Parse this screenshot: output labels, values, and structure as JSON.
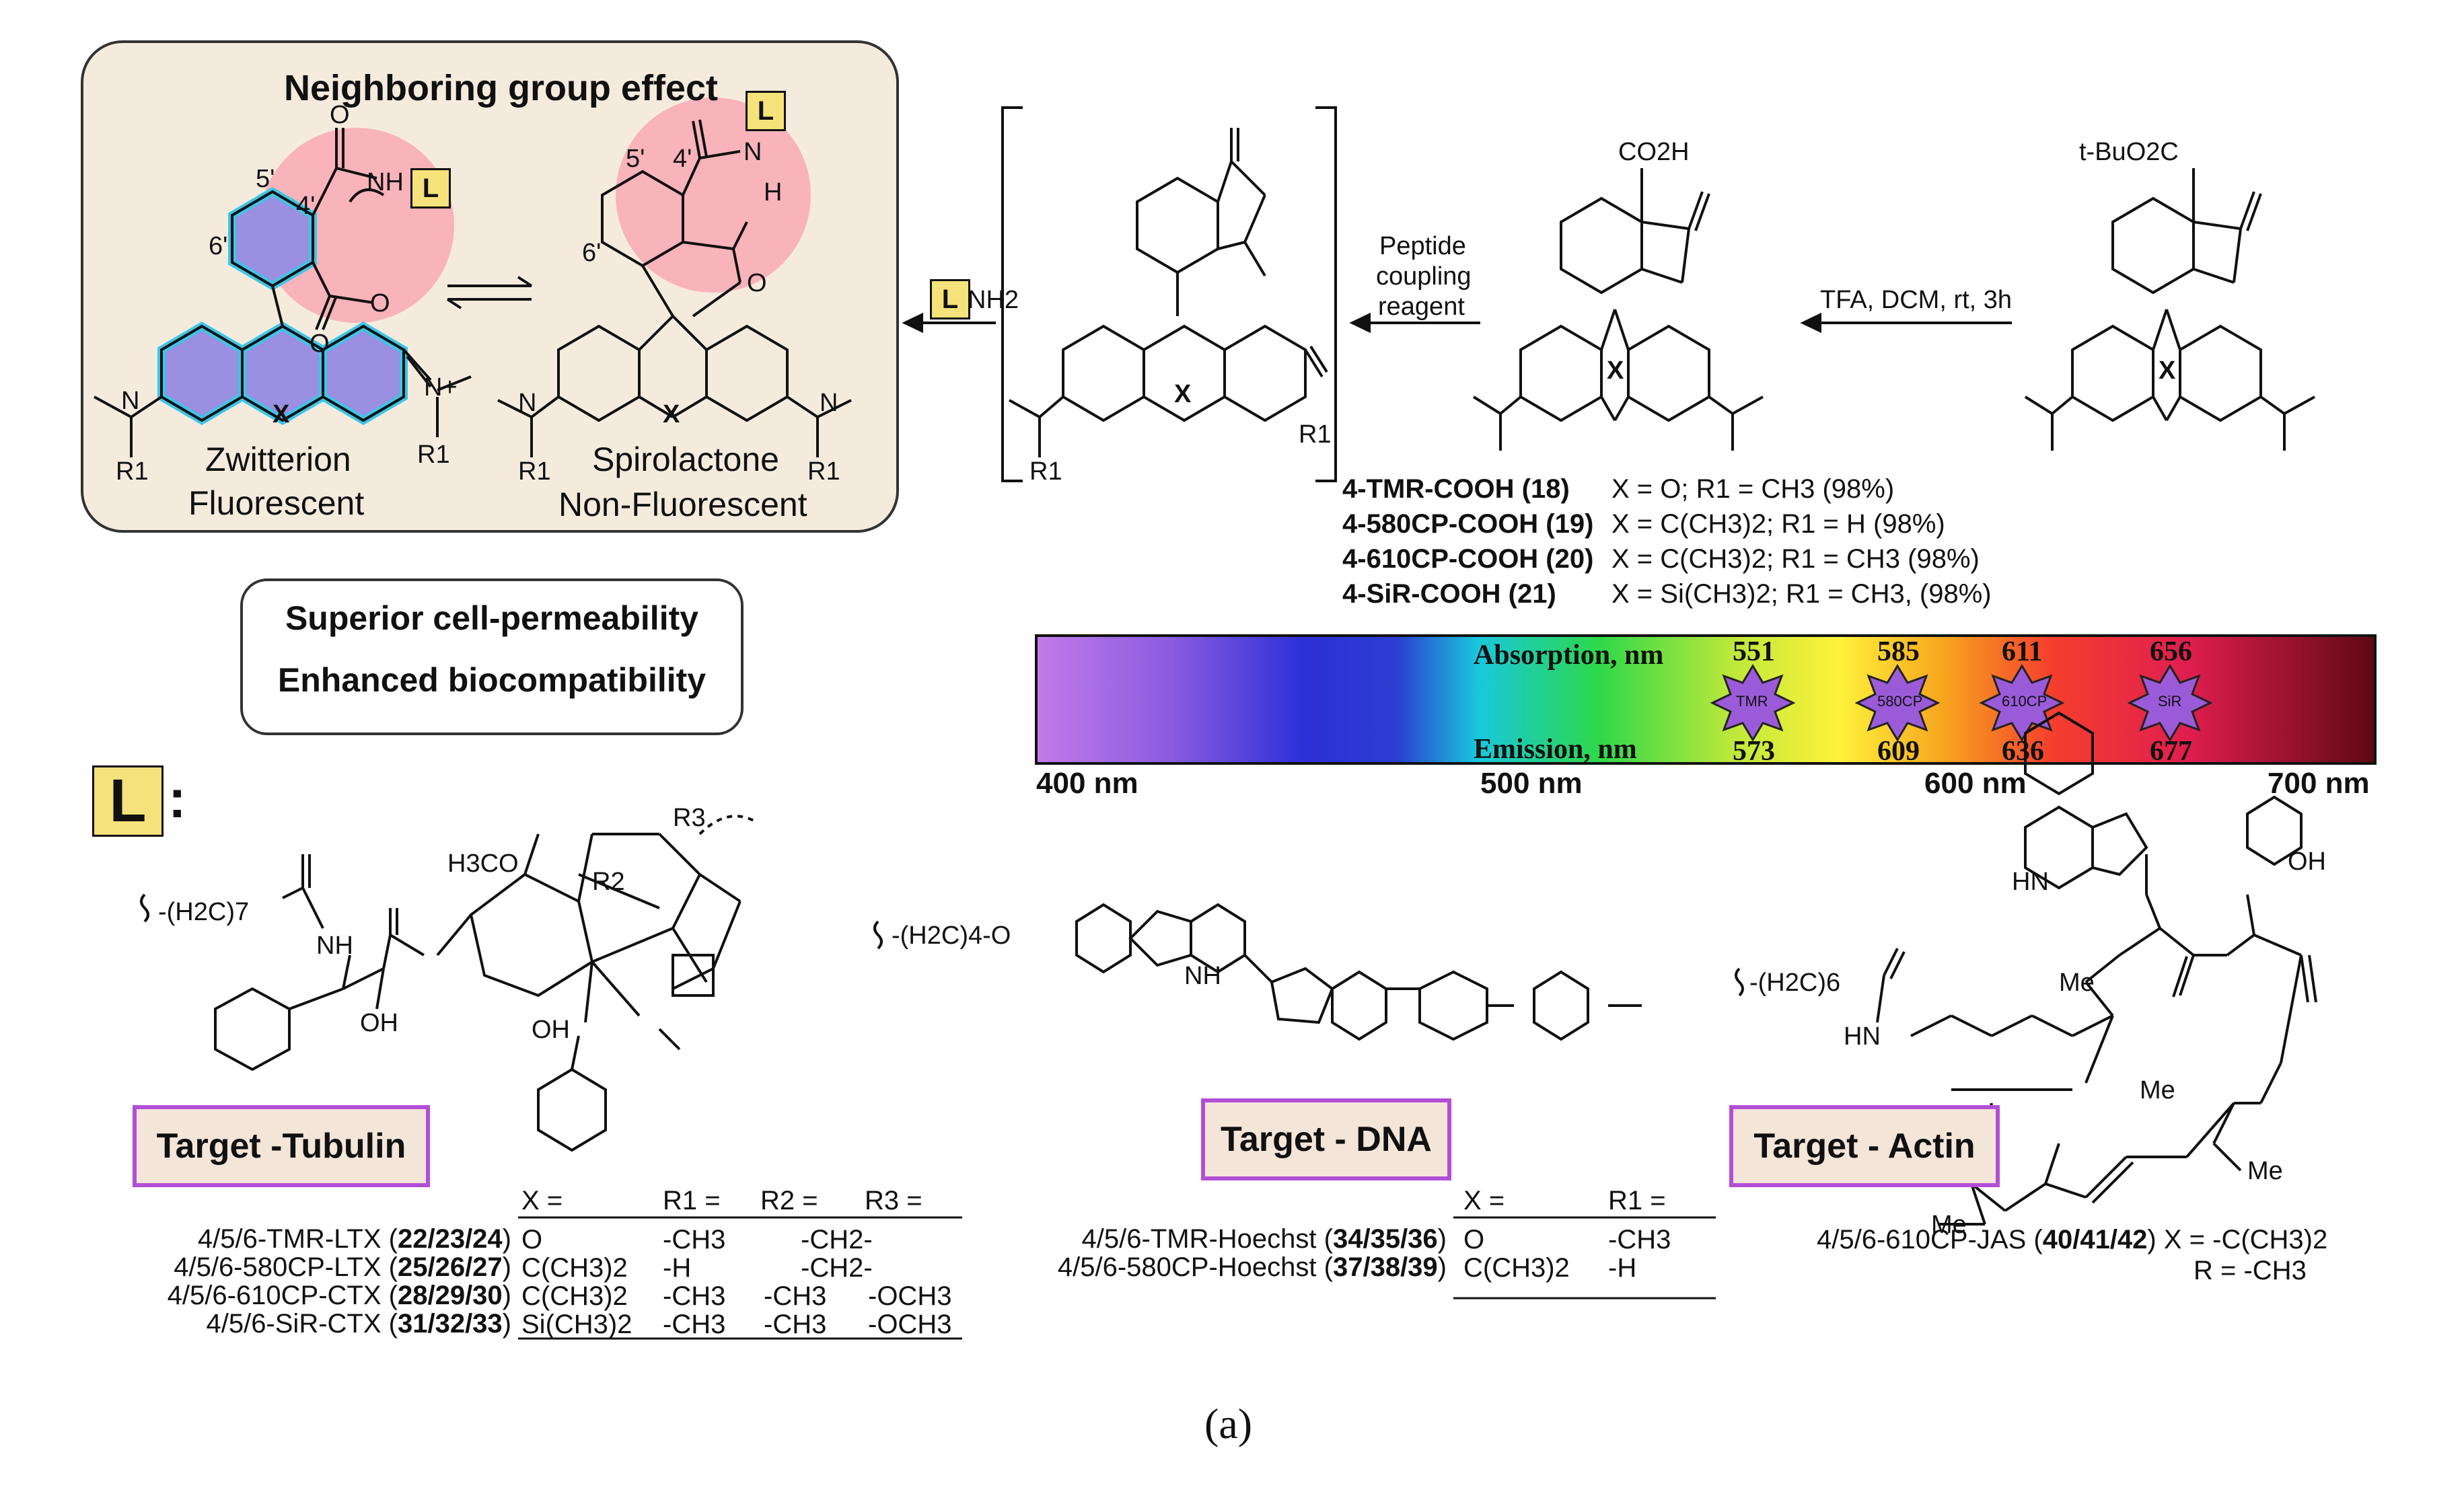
{
  "top_panel": {
    "title": "Neighboring group effect",
    "zwitterion_label": "Zwitterion",
    "fluorescent_label": "Fluorescent",
    "spiro_label": "Spirolactone",
    "nonfluor_label": "Non-Fluorescent",
    "pos_5": "5'",
    "pos_4": "4'",
    "pos_6": "6'",
    "nh_label": "NH",
    "n_h_label": "N",
    "h_label": "H",
    "o_minus": "O",
    "x_label": "X",
    "n_label": "N",
    "n_plus_label": "N+",
    "r1_label": "R1"
  },
  "badges": {
    "l_small": "L",
    "l_big": "L",
    "l_nh2": "NH2",
    "colon": ":"
  },
  "benefits": {
    "line1": "Superior cell-permeability",
    "line2": "Enhanced biocompatibility"
  },
  "reaction": {
    "peptide_line1": "Peptide",
    "peptide_line2": "coupling",
    "peptide_line3": "reagent",
    "tfa_condition": "TFA, DCM, rt, 3h",
    "co2h": "CO2H",
    "tbu": "t-BuO2C"
  },
  "compounds": [
    {
      "name": "4-TMR-COOH (18)",
      "desc": "X = O; R1 = CH3 (98%)"
    },
    {
      "name": "4-580CP-COOH (19)",
      "desc": "X = C(CH3)2; R1 = H (98%)"
    },
    {
      "name": "4-610CP-COOH (20)",
      "desc": "X = C(CH3)2; R1 = CH3 (98%)"
    },
    {
      "name": "4-SiR-COOH (21)",
      "desc": "X = Si(CH3)2; R1 = CH3, (98%)"
    }
  ],
  "spectrum": {
    "absorption_label": "Absorption, nm",
    "emission_label": "Emission, nm",
    "axis_labels": [
      "400 nm",
      "500 nm",
      "600 nm",
      "700 nm"
    ],
    "dyes": [
      {
        "name": "TMR",
        "abs": "551",
        "em": "573"
      },
      {
        "name": "580CP",
        "abs": "585",
        "em": "609"
      },
      {
        "name": "610CP",
        "abs": "611",
        "em": "636"
      },
      {
        "name": "SiR",
        "abs": "656",
        "em": "677"
      }
    ],
    "colors": [
      "#c27be8",
      "#8a5ce0",
      "#2d2fd8",
      "#18c8dc",
      "#2ed84a",
      "#bde83a",
      "#fff23a",
      "#f7a21e",
      "#f53d2e",
      "#e01e4f",
      "#6a0a18"
    ]
  },
  "ligands": {
    "tubulin_chain": "-(H2C)7",
    "dna_chain": "-(H2C)4-O",
    "actin_chain": "-(H2C)6",
    "h3co": "H3CO",
    "oh": "OH",
    "oh2": "OH",
    "r2": "R2",
    "r3": "R3",
    "nh": "NH",
    "hn": "HN",
    "me": "Me"
  },
  "targets": {
    "tubulin": "Target -Tubulin",
    "dna": "Target - DNA",
    "actin": "Target - Actin"
  },
  "tubulin_table": {
    "headers": [
      "X =",
      "R1 =",
      "R2 =",
      "R3 ="
    ],
    "rows": [
      {
        "name": "4/5/6-TMR-LTX",
        "nums": "22/23/24",
        "x": "O",
        "r1": "-CH3",
        "r2r3": "-CH2-"
      },
      {
        "name": "4/5/6-580CP-LTX",
        "nums": "25/26/27",
        "x": "C(CH3)2",
        "r1": "-H",
        "r2r3": "-CH2-"
      },
      {
        "name": "4/5/6-610CP-CTX",
        "nums": "28/29/30",
        "x": "C(CH3)2",
        "r1": "-CH3",
        "r2": "-CH3",
        "r3": "-OCH3"
      },
      {
        "name": "4/5/6-SiR-CTX",
        "nums": "31/32/33",
        "x": "Si(CH3)2",
        "r1": "-CH3",
        "r2": "-CH3",
        "r3": "-OCH3"
      }
    ]
  },
  "dna_table": {
    "headers": [
      "X =",
      "R1 ="
    ],
    "rows": [
      {
        "name": "4/5/6-TMR-Hoechst",
        "nums": "34/35/36",
        "x": "O",
        "r1": "-CH3"
      },
      {
        "name": "4/5/6-580CP-Hoechst",
        "nums": "37/38/39",
        "x": "C(CH3)2",
        "r1": "-H"
      }
    ]
  },
  "actin_info": {
    "name": "4/5/6-610CP-JAS",
    "nums": "40/41/42",
    "x": "X = -C(CH3)2",
    "r": "R = -CH3"
  },
  "caption": "(a)"
}
